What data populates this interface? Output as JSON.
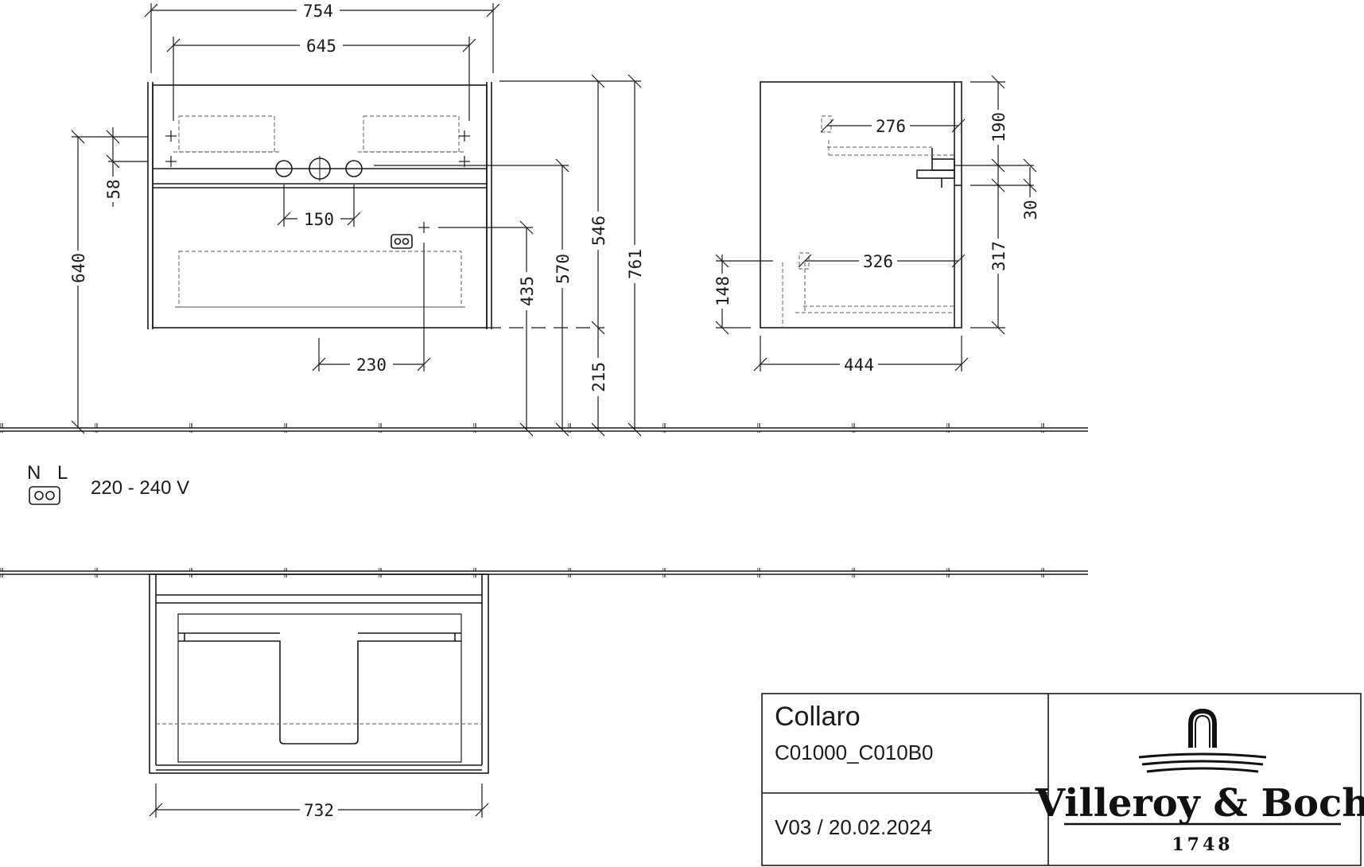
{
  "dimensions": {
    "width_total": "754",
    "width_inner": "645",
    "basin_spacing": "150",
    "socket_offset": "230",
    "height_640": "640",
    "height_58": "58",
    "height_435": "435",
    "height_570": "570",
    "height_546": "546",
    "height_761": "761",
    "height_215": "215",
    "side_276": "276",
    "side_326": "326",
    "side_190": "190",
    "side_30": "30",
    "side_317": "317",
    "side_148": "148",
    "depth_444": "444",
    "drawer_width_732": "732"
  },
  "electrical": {
    "neutral": "N",
    "live": "L",
    "voltage": "220 - 240 V"
  },
  "title_block": {
    "product_name": "Collaro",
    "article_code": "C01000_C010B0",
    "version_date": "V03 / 20.02.2024",
    "brand": "Villeroy & Boch",
    "brand_year": "1748"
  },
  "colors": {
    "line": "#1a1a1a",
    "hidden": "#777777",
    "background": "#ffffff"
  },
  "icons": [
    "socket-icon",
    "faucet-logo-icon"
  ]
}
